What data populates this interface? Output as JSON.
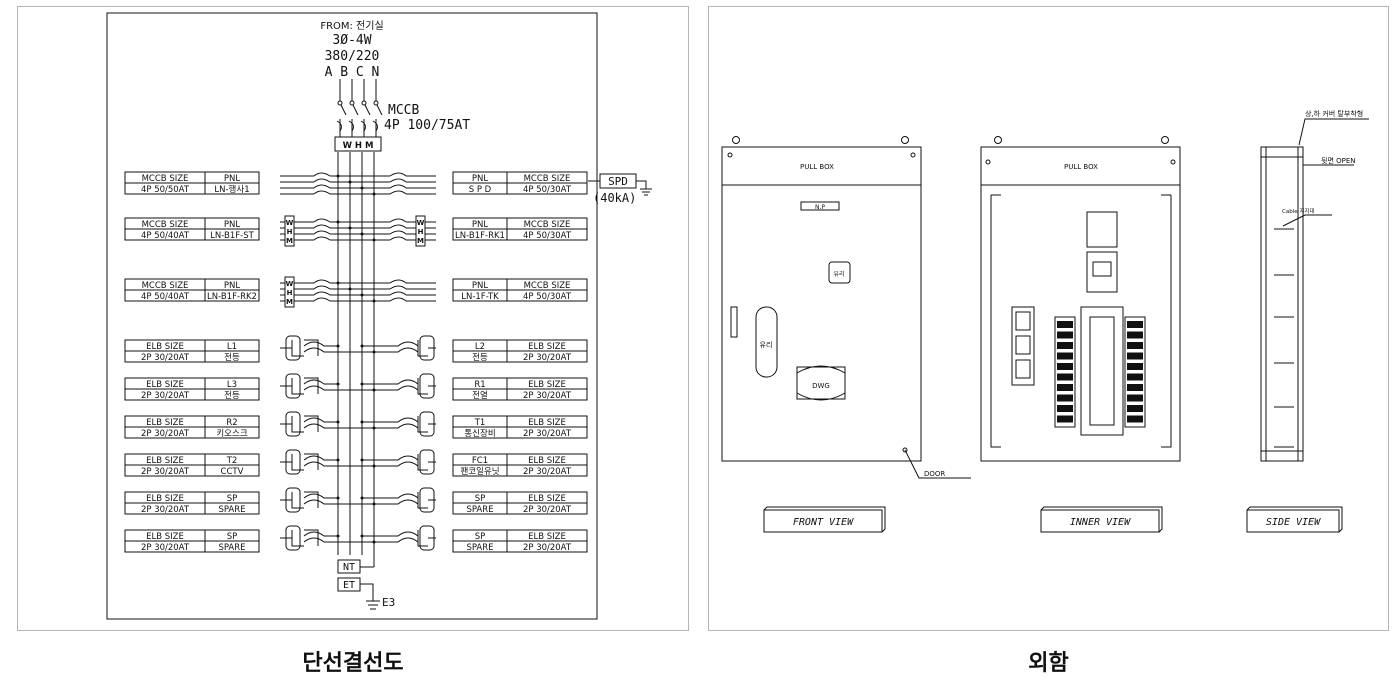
{
  "single_line": {
    "caption": "단선결선도",
    "source": {
      "from": "FROM: 전기실",
      "system": "3Ø-4W",
      "voltage": "380/220",
      "phases": "A B C N"
    },
    "main_breaker": {
      "type": "MCCB",
      "rating": "4P 100/75AT",
      "meter": "W H M"
    },
    "spd": {
      "label": "SPD",
      "rating": "(40kA)"
    },
    "left_rows": [
      {
        "h1": "MCCB SIZE",
        "h2": "PNL",
        "v1": "4P 50/50AT",
        "v2": "LN-행사1"
      },
      {
        "h1": "MCCB SIZE",
        "h2": "PNL",
        "v1": "4P 50/40AT",
        "v2": "LN-B1F-ST"
      },
      {
        "h1": "MCCB SIZE",
        "h2": "PNL",
        "v1": "4P 50/40AT",
        "v2": "LN-B1F-RK2"
      },
      {
        "h1": "ELB SIZE",
        "h2": "L1",
        "v1": "2P 30/20AT",
        "v2": "전등"
      },
      {
        "h1": "ELB SIZE",
        "h2": "L3",
        "v1": "2P 30/20AT",
        "v2": "전등"
      },
      {
        "h1": "ELB SIZE",
        "h2": "R2",
        "v1": "2P 30/20AT",
        "v2": "키오스크"
      },
      {
        "h1": "ELB SIZE",
        "h2": "T2",
        "v1": "2P 30/20AT",
        "v2": "CCTV"
      },
      {
        "h1": "ELB SIZE",
        "h2": "SP",
        "v1": "2P 30/20AT",
        "v2": "SPARE"
      },
      {
        "h1": "ELB SIZE",
        "h2": "SP",
        "v1": "2P 30/20AT",
        "v2": "SPARE"
      }
    ],
    "right_rows": [
      {
        "h1": "PNL",
        "h2": "MCCB SIZE",
        "v1": "S P D",
        "v2": "4P 50/30AT"
      },
      {
        "h1": "PNL",
        "h2": "MCCB SIZE",
        "v1": "LN-B1F-RK1",
        "v2": "4P 50/30AT"
      },
      {
        "h1": "PNL",
        "h2": "MCCB SIZE",
        "v1": "LN-1F-TK",
        "v2": "4P 50/30AT"
      },
      {
        "h1": "L2",
        "h2": "ELB SIZE",
        "v1": "전등",
        "v2": "2P 30/20AT"
      },
      {
        "h1": "R1",
        "h2": "ELB SIZE",
        "v1": "전열",
        "v2": "2P 30/20AT"
      },
      {
        "h1": "T1",
        "h2": "ELB SIZE",
        "v1": "통신장비",
        "v2": "2P 30/20AT"
      },
      {
        "h1": "FC1",
        "h2": "ELB SIZE",
        "v1": "팬코일유닛",
        "v2": "2P 30/20AT"
      },
      {
        "h1": "SP",
        "h2": "ELB SIZE",
        "v1": "SPARE",
        "v2": "2P 30/20AT"
      },
      {
        "h1": "SP",
        "h2": "ELB SIZE",
        "v1": "SPARE",
        "v2": "2P 30/20AT"
      }
    ],
    "neutral_terminal": "NT",
    "earth_terminal": "ET",
    "earth_label": "E3",
    "whm_letters": [
      "W",
      "H",
      "M"
    ]
  },
  "enclosure": {
    "caption": "외함",
    "pull_box": "PULL BOX",
    "nameplate": "N.P",
    "lock_label": "유리",
    "handle_label": "유리",
    "dwg_label": "DWG",
    "door_label": "DOOR",
    "side_top_note": "상,하 커버 탈부착형",
    "side_open_note": "뒷면 OPEN",
    "side_cable_note": "Cable 지지대",
    "front_view": "FRONT VIEW",
    "inner_view": "INNER VIEW",
    "side_view": "SIDE VIEW"
  }
}
